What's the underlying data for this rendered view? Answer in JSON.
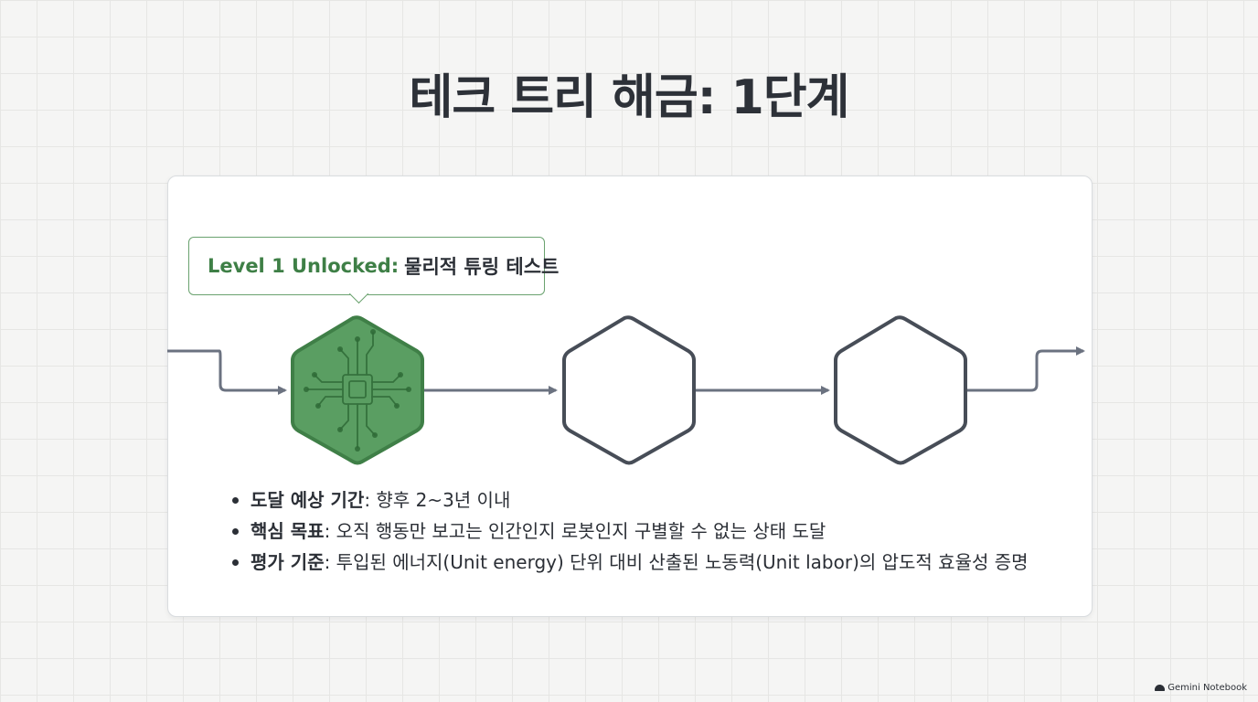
{
  "title": "테크 트리 해금: 1단계",
  "callout": {
    "level": "Level 1 Unlocked",
    "separator": ":",
    "text": "물리적 튜링 테스트"
  },
  "bullets": [
    {
      "label": "도달 예상 기간",
      "text": ": 향후 2~3년 이내"
    },
    {
      "label": "핵심 목표",
      "text": ": 오직 행동만 보고는 인간인지 로봇인지 구별할 수 없는 상태 도달"
    },
    {
      "label": "평가 기준",
      "text": ": 투입된 에너지(Unit energy) 단위 대비 산출된 노동력(Unit labor)의 압도적 효율성 증명"
    }
  ],
  "nodes": [
    {
      "state": "unlocked",
      "icon": "circuit-icon"
    },
    {
      "state": "locked"
    },
    {
      "state": "locked"
    }
  ],
  "colors": {
    "unlocked_fill": "#5a9e62",
    "unlocked_stroke": "#3f7f47",
    "locked_stroke": "#474d57",
    "connector": "#6b7280",
    "accent_text": "#3e7f46"
  },
  "watermark": "Gemini Notebook"
}
